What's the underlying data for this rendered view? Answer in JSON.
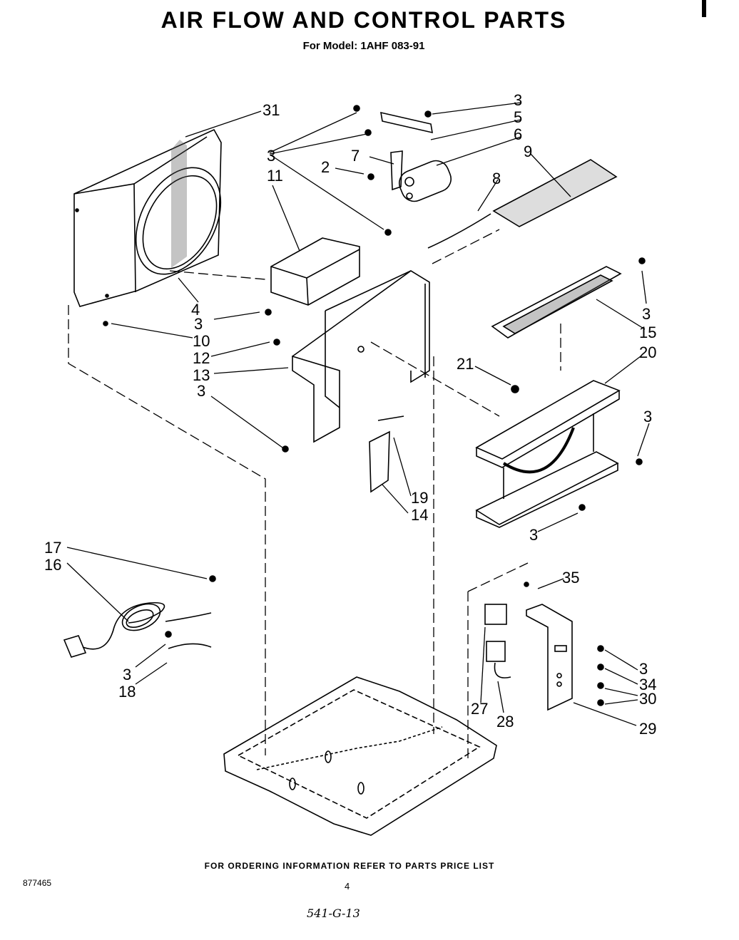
{
  "title": "AIR FLOW AND CONTROL PARTS",
  "subtitle": "For Model: 1AHF 083-91",
  "footer": "FOR ORDERING INFORMATION REFER TO PARTS PRICE LIST",
  "doc_number": "877465",
  "page_number": "4",
  "handwritten_note": "541-G-13",
  "callouts": [
    "31",
    "3",
    "5",
    "6",
    "9",
    "7",
    "2",
    "8",
    "11",
    "3",
    "3",
    "4",
    "10",
    "12",
    "13",
    "3",
    "15",
    "20",
    "21",
    "3",
    "3",
    "19",
    "14",
    "17",
    "16",
    "3",
    "18",
    "35",
    "27",
    "28",
    "3",
    "34",
    "30",
    "29"
  ]
}
